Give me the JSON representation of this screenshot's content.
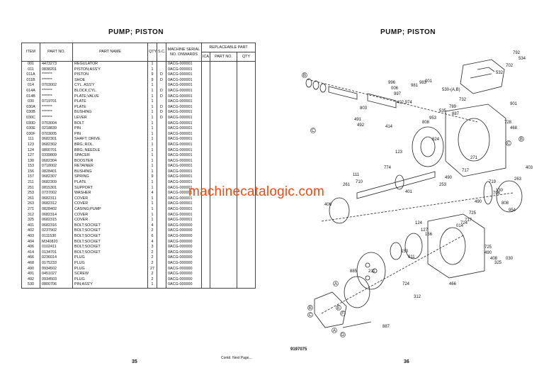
{
  "left_page": {
    "title": "PUMP; PISTON",
    "headers": {
      "item": "ITEM",
      "part_no": "PART NO.",
      "part_name": "PART NAME",
      "qty": "QTY",
      "sc": "S.C.",
      "serial": "MACHINE SERIAL NO. ONWARDS",
      "replaceable": "REPLACEABLE PART",
      "ica": "ICA",
      "rep_part_no": "PART NO.",
      "rep_qty": "QTY"
    },
    "rows": [
      {
        "item": "001",
        "part": "4473273",
        "name": "REGULATOR",
        "qty": "1",
        "sc": "",
        "serial": "0ACG-000001"
      },
      {
        "item": "011",
        "part": "0838201",
        "name": "PISTON;ASS'Y",
        "qty": "1",
        "sc": "",
        "serial": "0ACG-000001"
      },
      {
        "item": "011A",
        "part": "*******",
        "name": "PISTON",
        "qty": "9",
        "sc": "D",
        "serial": "0ACG-000001"
      },
      {
        "item": "011B",
        "part": "*******",
        "name": "SHOE",
        "qty": "9",
        "sc": "D",
        "serial": "0ACG-000001"
      },
      {
        "item": "014",
        "part": "0703002",
        "name": "CYL. ASS'Y",
        "qty": "1",
        "sc": "",
        "serial": "0ACG-000001"
      },
      {
        "item": "014A",
        "part": "*******",
        "name": "BLOCK;CYL.",
        "qty": "1",
        "sc": "D",
        "serial": "0ACG-000001"
      },
      {
        "item": "014B",
        "part": "*******",
        "name": "PLATE;VALVE",
        "qty": "1",
        "sc": "D",
        "serial": "0ACG-000001"
      },
      {
        "item": "030",
        "part": "0719701",
        "name": "PLATE",
        "qty": "1",
        "sc": "",
        "serial": "0ACG-000001"
      },
      {
        "item": "030A",
        "part": "*******",
        "name": "PLATE",
        "qty": "1",
        "sc": "D",
        "serial": "0ACG-000001"
      },
      {
        "item": "030B",
        "part": "*******",
        "name": "BUSHING",
        "qty": "1",
        "sc": "D",
        "serial": "0ACG-000001"
      },
      {
        "item": "030C",
        "part": "*******",
        "name": "LEVER",
        "qty": "1",
        "sc": "D",
        "serial": "0ACG-000001"
      },
      {
        "item": "030D",
        "part": "0703004",
        "name": "BOLT",
        "qty": "1",
        "sc": "",
        "serial": "0ACG-000001"
      },
      {
        "item": "030E",
        "part": "0218839",
        "name": "PIN",
        "qty": "1",
        "sc": "",
        "serial": "0ACG-000001"
      },
      {
        "item": "030F",
        "part": "0703005",
        "name": "PIN",
        "qty": "1",
        "sc": "",
        "serial": "0ACG-000001"
      },
      {
        "item": "111",
        "part": "0682301",
        "name": "SHAFT; DRIVE",
        "qty": "1",
        "sc": "",
        "serial": "0ACG-000001"
      },
      {
        "item": "123",
        "part": "0682302",
        "name": "BRG.;ROL.",
        "qty": "1",
        "sc": "",
        "serial": "0ACG-000001"
      },
      {
        "item": "124",
        "part": "0800701",
        "name": " BRG.;NEEDLE",
        "qty": "1",
        "sc": "",
        "serial": "0ACG-000001"
      },
      {
        "item": "127",
        "part": "0339809",
        "name": "SPACER",
        "qty": "1",
        "sc": "",
        "serial": "0ACG-000001"
      },
      {
        "item": "130",
        "part": "0682304",
        "name": "BOOSTER",
        "qty": "1",
        "sc": "",
        "serial": "0ACG-000001"
      },
      {
        "item": "153",
        "part": "0718002",
        "name": "RETAINER",
        "qty": "1",
        "sc": "",
        "serial": "0ACG-000001"
      },
      {
        "item": "156",
        "part": "0828401",
        "name": "BUSHING",
        "qty": "1",
        "sc": "",
        "serial": "0ACG-000001"
      },
      {
        "item": "157",
        "part": "0682307",
        "name": "SPRING",
        "qty": "9",
        "sc": "",
        "serial": "0ACG-000001"
      },
      {
        "item": "211",
        "part": "0682309",
        "name": "PLATE",
        "qty": "1",
        "sc": "",
        "serial": "0ACG-000001"
      },
      {
        "item": "251",
        "part": "0815301",
        "name": "SUPPORT",
        "qty": "1",
        "sc": "",
        "serial": "0ACG-000001"
      },
      {
        "item": "253",
        "part": "0737002",
        "name": "WASHER",
        "qty": "4",
        "sc": "",
        "serial": "0ACG-000001"
      },
      {
        "item": "261",
        "part": "0682311",
        "name": "COVER",
        "qty": "1",
        "sc": "",
        "serial": "0ACG-000001"
      },
      {
        "item": "263",
        "part": "0682312",
        "name": "COVER",
        "qty": "1",
        "sc": "",
        "serial": "0ACG-000001"
      },
      {
        "item": "271",
        "part": "0828402",
        "name": "CASING;PUMP",
        "qty": "1",
        "sc": "",
        "serial": "0ACG-000001"
      },
      {
        "item": "312",
        "part": "0682314",
        "name": "COVER",
        "qty": "1",
        "sc": "",
        "serial": "0ACG-000001"
      },
      {
        "item": "325",
        "part": "0682315",
        "name": "COVER",
        "qty": "1",
        "sc": "",
        "serial": "0ACG-000001"
      },
      {
        "item": "401",
        "part": "0682316",
        "name": "BOLT;SOCKET",
        "qty": "4",
        "sc": "",
        "serial": "0ACG-000000"
      },
      {
        "item": "402",
        "part": "0237902",
        "name": "BOLT;SOCKET",
        "qty": "2",
        "sc": "",
        "serial": "0ACG-000000"
      },
      {
        "item": "403",
        "part": "0111530",
        "name": "BOLT;SOCKET",
        "qty": "6",
        "sc": "",
        "serial": "0ACG-000000"
      },
      {
        "item": "404",
        "part": "M340820",
        "name": "BOLT;SOCKET",
        "qty": "4",
        "sc": "",
        "serial": "0ACG-000000"
      },
      {
        "item": "406",
        "part": "0102411",
        "name": "BOLT;SOCKET",
        "qty": "3",
        "sc": "",
        "serial": "0ACG-000000"
      },
      {
        "item": "414",
        "part": "0134701",
        "name": "BOLT;SOCKET",
        "qty": "2",
        "sc": "",
        "serial": "0ACG-000000"
      },
      {
        "item": "466",
        "part": "0236014",
        "name": "PLUG",
        "qty": "2",
        "sc": "",
        "serial": "0ACG-000000"
      },
      {
        "item": "468",
        "part": "0175233",
        "name": "PLUG",
        "qty": "2",
        "sc": "",
        "serial": "0ACG-000000"
      },
      {
        "item": "490",
        "part": "0934502",
        "name": "PLUG",
        "qty": "27",
        "sc": "",
        "serial": "0ACG-000000"
      },
      {
        "item": "491",
        "part": "0451027",
        "name": "SCREW",
        "qty": "2",
        "sc": "",
        "serial": "0ACG-000000"
      },
      {
        "item": "492",
        "part": "0934503",
        "name": "PLUG",
        "qty": "2",
        "sc": "",
        "serial": "0ACG-000000"
      },
      {
        "item": "530",
        "part": "0800706",
        "name": "PIN;ASS'Y",
        "qty": "1",
        "sc": "",
        "serial": "0ACG-000000"
      }
    ],
    "continued": "Contd. Next Page...",
    "page_number": "35"
  },
  "right_page": {
    "title": "PUMP; PISTON",
    "drawing_number": "9197075",
    "page_number": "36",
    "callouts": [
      "792",
      "534",
      "702",
      "532",
      "001",
      "530-(A,B)",
      "901",
      "732",
      "789",
      "535",
      "887",
      "953",
      "808",
      "728",
      "468",
      "824",
      "996",
      "006",
      "997",
      "981",
      "983",
      "402,974",
      "414",
      "803",
      "491",
      "492",
      "271",
      "774",
      "111",
      "710",
      "261",
      "406",
      "123",
      "717",
      "490",
      "253",
      "401",
      "403",
      "263",
      "130",
      "719",
      "706",
      "808",
      "954",
      "490",
      "725",
      "717",
      "724",
      "014",
      "124",
      "127",
      "156",
      "153",
      "011",
      "211",
      "885",
      "312",
      "466",
      "724",
      "725",
      "490",
      "408",
      "325",
      "030",
      "887"
    ],
    "circle_labels": [
      "B",
      "C",
      "B",
      "C",
      "A",
      "A",
      "E",
      "F",
      "B",
      "C",
      "D"
    ]
  },
  "watermark": "machinecatalogic.com"
}
